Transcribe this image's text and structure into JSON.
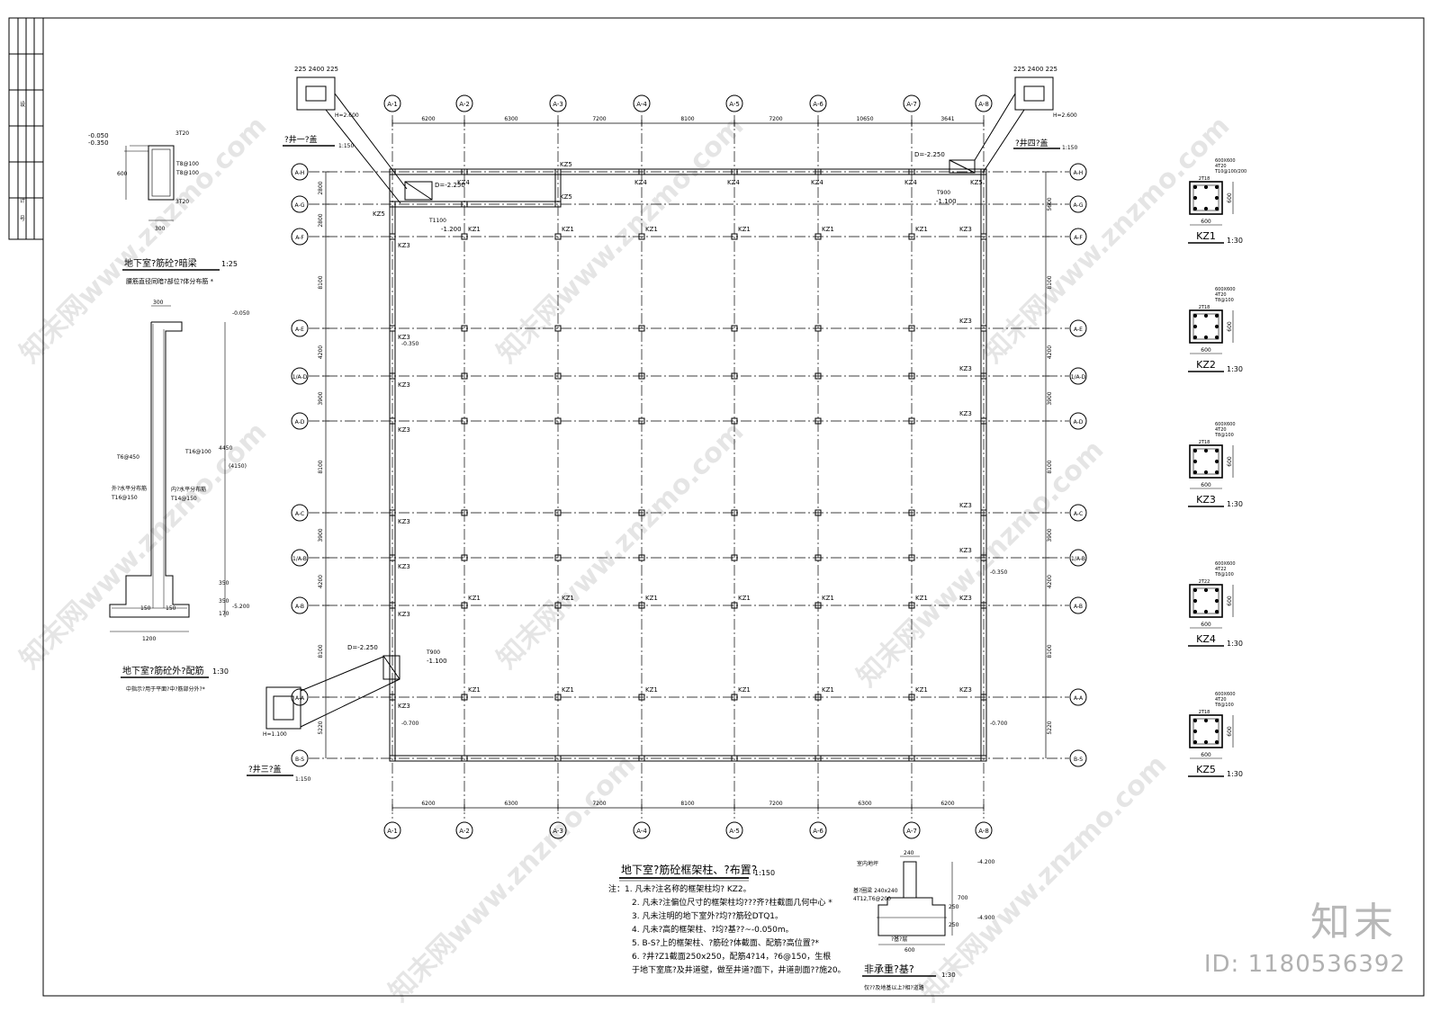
{
  "drawing": {
    "axes_top": [
      "A-1",
      "A-2",
      "A-3",
      "A-4",
      "A-5",
      "A-6",
      "A-7",
      "A-8"
    ],
    "axes_left": [
      "A-H",
      "A-G",
      "A-F",
      "A-E",
      "1/A-D",
      "A-D",
      "A-C",
      "1/A-B",
      "A-B",
      "A-A",
      "B-S"
    ],
    "dims_top": [
      "6200",
      "6300",
      "7200",
      "8100",
      "7200",
      "10650",
      "3641"
    ],
    "dims_bottom": [
      "6200",
      "6300",
      "7200",
      "8100",
      "7200",
      "6300",
      "6200"
    ],
    "dims_left": [
      "2800",
      "2800",
      "8100",
      "4200",
      "3900",
      "8100",
      "3900",
      "4200",
      "8100",
      "5220"
    ],
    "dims_right": [
      "5600",
      "8100",
      "4200",
      "3900",
      "8100",
      "3900",
      "4200",
      "8100",
      "5220"
    ],
    "col_kz1": "KZ1",
    "col_kz3": "KZ3",
    "col_kz4": "KZ4",
    "col_kz5": "KZ5",
    "elev_1": "D=-2.250",
    "elev_2": "-1.200",
    "elev_3": "-1.100",
    "elev_4": "-0.700",
    "elev_5": "-0.350",
    "well1_title": "?井一?盖",
    "well1_scale": "1:150",
    "well4_title": "?井四?盖",
    "well4_scale": "1:150",
    "well3_title": "?井三?盖",
    "well3_scale": "1:150",
    "top_dim_well": "225  2400  225",
    "hn1": "H=2.600",
    "hn2": "H=2.600",
    "hn3": "H=1.100",
    "beam_label": "T1100",
    "beam_label2": "T900"
  },
  "left_panel": {
    "sec1_title": "地下室?筋砼?暗梁",
    "sec1_scale": "1:25",
    "sec1_note": "腰筋直径同暗?部位?体分布筋 *",
    "sec1_top": "-0.050",
    "sec1_top2": "-0.350",
    "sec1_bar1": "3T20",
    "sec1_bar2": "3T20",
    "sec1_h": "600",
    "sec1_w": "300",
    "sec1_s1": "T8@100",
    "sec1_s2": "T8@100",
    "sec2_title": "地下室?筋砼外?配筋",
    "sec2_scale": "1:30",
    "sec2_note": "中指示?用于平面?中?筋部分外?*",
    "sec2_w": "300",
    "sec2_h": "4450",
    "sec2_h2": "(4150)",
    "sec2_base": "1200",
    "sec2_t1": "150",
    "sec2_t2": "150",
    "sec2_e1": "-0.050",
    "sec2_e2": "-5.200",
    "sec2_r1": "T6@450",
    "sec2_r2": "外?水平分布筋",
    "sec2_r3": "T16@150",
    "sec2_r4": "内?水平分布筋",
    "sec2_r5": "T14@150",
    "sec2_r6": "T16@100",
    "sec2_d1": "350",
    "sec2_d2": "350",
    "sec2_d3": "170"
  },
  "columns": [
    {
      "name": "KZ1",
      "scale": "1:30",
      "size": "600",
      "bars": "2T18",
      "note1": "600X600",
      "note2": "4T20",
      "note3": "T10@100/200"
    },
    {
      "name": "KZ2",
      "scale": "1:30",
      "size": "600",
      "bars": "2T18",
      "note1": "600X600",
      "note2": "4T20",
      "note3": "T8@100"
    },
    {
      "name": "KZ3",
      "scale": "1:30",
      "size": "600",
      "bars": "2T18",
      "note1": "600X600",
      "note2": "4T20",
      "note3": "T8@100"
    },
    {
      "name": "KZ4",
      "scale": "1:30",
      "size": "600",
      "bars": "2T22",
      "note1": "600X600",
      "note2": "4T22",
      "note3": "T8@100"
    },
    {
      "name": "KZ5",
      "scale": "1:30",
      "size": "600",
      "bars": "2T18",
      "note1": "600X600",
      "note2": "4T20",
      "note3": "T8@100"
    }
  ],
  "main_title": "地下室?筋砼框架柱、?布置?",
  "main_scale": "1:150",
  "notes": [
    "注：1. 凡未?注名称的框架柱均?  KZ2。",
    "2. 凡未?注偏位尺寸的框架柱均???齐?柱截面几何中心 *",
    "3. 凡未注明的地下室外?均??筋砼DTQ1。",
    "4. 凡未?高的框架柱、?均?基??~-0.050m。",
    "5. B-S?上的框架柱、?筋砼?体截面、配筋?高位置?*",
    "6. ?井?Z1截面250x250，配筋4?14，?6@150，生根",
    "于地下室底?及井道壁，做至井道?面下，井道剖面??施20。"
  ],
  "footing": {
    "title": "非承重?基?",
    "scale": "1:30",
    "note": "仅??及地基以上?相?道路",
    "w1": "240",
    "w2": "600",
    "d1": "250",
    "d2": "250",
    "d3": "700",
    "e1": "-4.200",
    "e2": "-4.900",
    "label1": "室内地坪",
    "label2": "基?圈梁 240x240",
    "label3": "4T12,T6@200",
    "label4": "?基?层"
  },
  "titleblock_marks": [
    "设",
    "计",
    "号"
  ],
  "brand": "知末",
  "id_text": "ID: 1180536392",
  "watermark": "知末网www.znzmo.com"
}
